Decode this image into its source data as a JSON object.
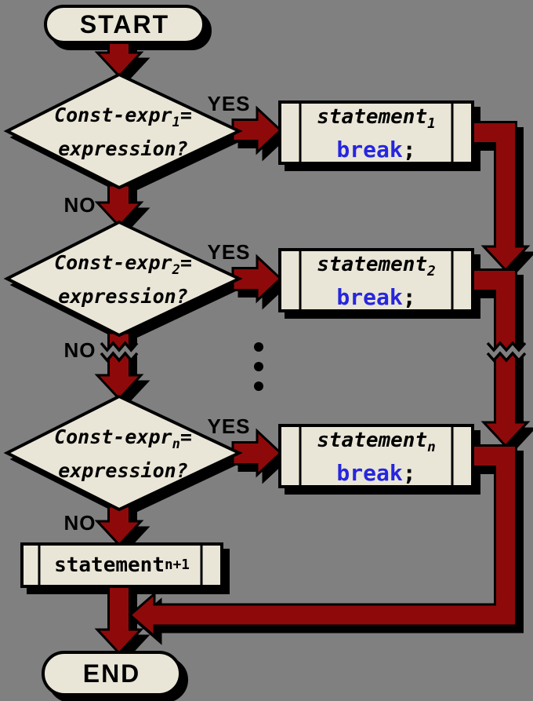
{
  "colors": {
    "background": "#808080",
    "node_fill": "#EAE6D7",
    "arrow_fill": "#8E0A0A",
    "outline": "#000000",
    "keyword_blue": "#2626DF"
  },
  "terminators": {
    "start_label": "START",
    "end_label": "END"
  },
  "branch_labels": {
    "yes": "YES",
    "no": "NO"
  },
  "decisions": [
    {
      "expr": "Const-expr",
      "sub": "1",
      "eq": "=",
      "question": "expression?"
    },
    {
      "expr": "Const-expr",
      "sub": "2",
      "eq": "=",
      "question": "expression?"
    },
    {
      "expr": "Const-expr",
      "sub": "n",
      "eq": "=",
      "question": "expression?"
    }
  ],
  "cases": [
    {
      "name": "statement",
      "sub": "1",
      "keyword": "break",
      "punct": ";"
    },
    {
      "name": "statement",
      "sub": "2",
      "keyword": "break",
      "punct": ";"
    },
    {
      "name": "statement",
      "sub": "n",
      "keyword": "break",
      "punct": ";"
    }
  ],
  "default_case": {
    "name": "statement",
    "sub": "n+1"
  }
}
